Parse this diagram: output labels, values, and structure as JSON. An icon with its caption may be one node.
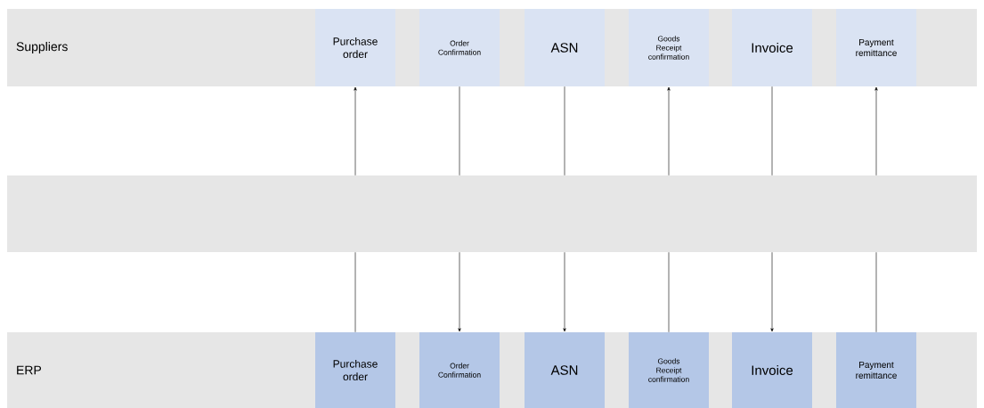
{
  "diagram": {
    "nodes": [
      {
        "text": [
          "Suppliers"
        ]
      },
      {
        "text": [
          "Purchase order"
        ],
        "in": 0
      },
      {
        "text": [
          "Order Confirmation"
        ],
        "in": 0
      },
      {
        "text": [
          "ASN"
        ],
        "in": 0
      },
      {
        "text": [
          "Goods Receipt confirmation"
        ],
        "in": 0
      },
      {
        "text": [
          "Invoice"
        ],
        "in": 0
      },
      {
        "text": [
          "Payment remittance"
        ],
        "in": 0
      },
      {
        "text": [],
        "shape": "bar"
      },
      {
        "text": [
          "ERP"
        ]
      },
      {
        "text": [
          "Purchase order"
        ],
        "in": 8
      },
      {
        "text": [
          "Order Confirmation"
        ],
        "in": 8
      },
      {
        "text": [
          "ASN"
        ],
        "in": 8
      },
      {
        "text": [
          "Goods Receipt confirmation"
        ],
        "in": 8
      },
      {
        "text": [
          "Invoice"
        ],
        "in": 8
      },
      {
        "text": [
          "Payment remittance"
        ],
        "in": 8
      }
    ],
    "edges": [
      {
        "from": 9,
        "to": 7,
        "arrow": "none"
      },
      {
        "from": 7,
        "to": 1,
        "arrow": "to"
      },
      {
        "from": 2,
        "to": 7,
        "arrow": "none"
      },
      {
        "from": 7,
        "to": 10,
        "arrow": "to"
      },
      {
        "from": 3,
        "to": 7,
        "arrow": "none"
      },
      {
        "from": 7,
        "to": 11,
        "arrow": "to"
      },
      {
        "from": 12,
        "to": 7,
        "arrow": "none"
      },
      {
        "from": 7,
        "to": 4,
        "arrow": "to"
      },
      {
        "from": 5,
        "to": 7,
        "arrow": "none"
      },
      {
        "from": 7,
        "to": 13,
        "arrow": "to"
      },
      {
        "from": 14,
        "to": 7,
        "arrow": "none"
      },
      {
        "from": 7,
        "to": 6,
        "arrow": "to"
      }
    ]
  }
}
